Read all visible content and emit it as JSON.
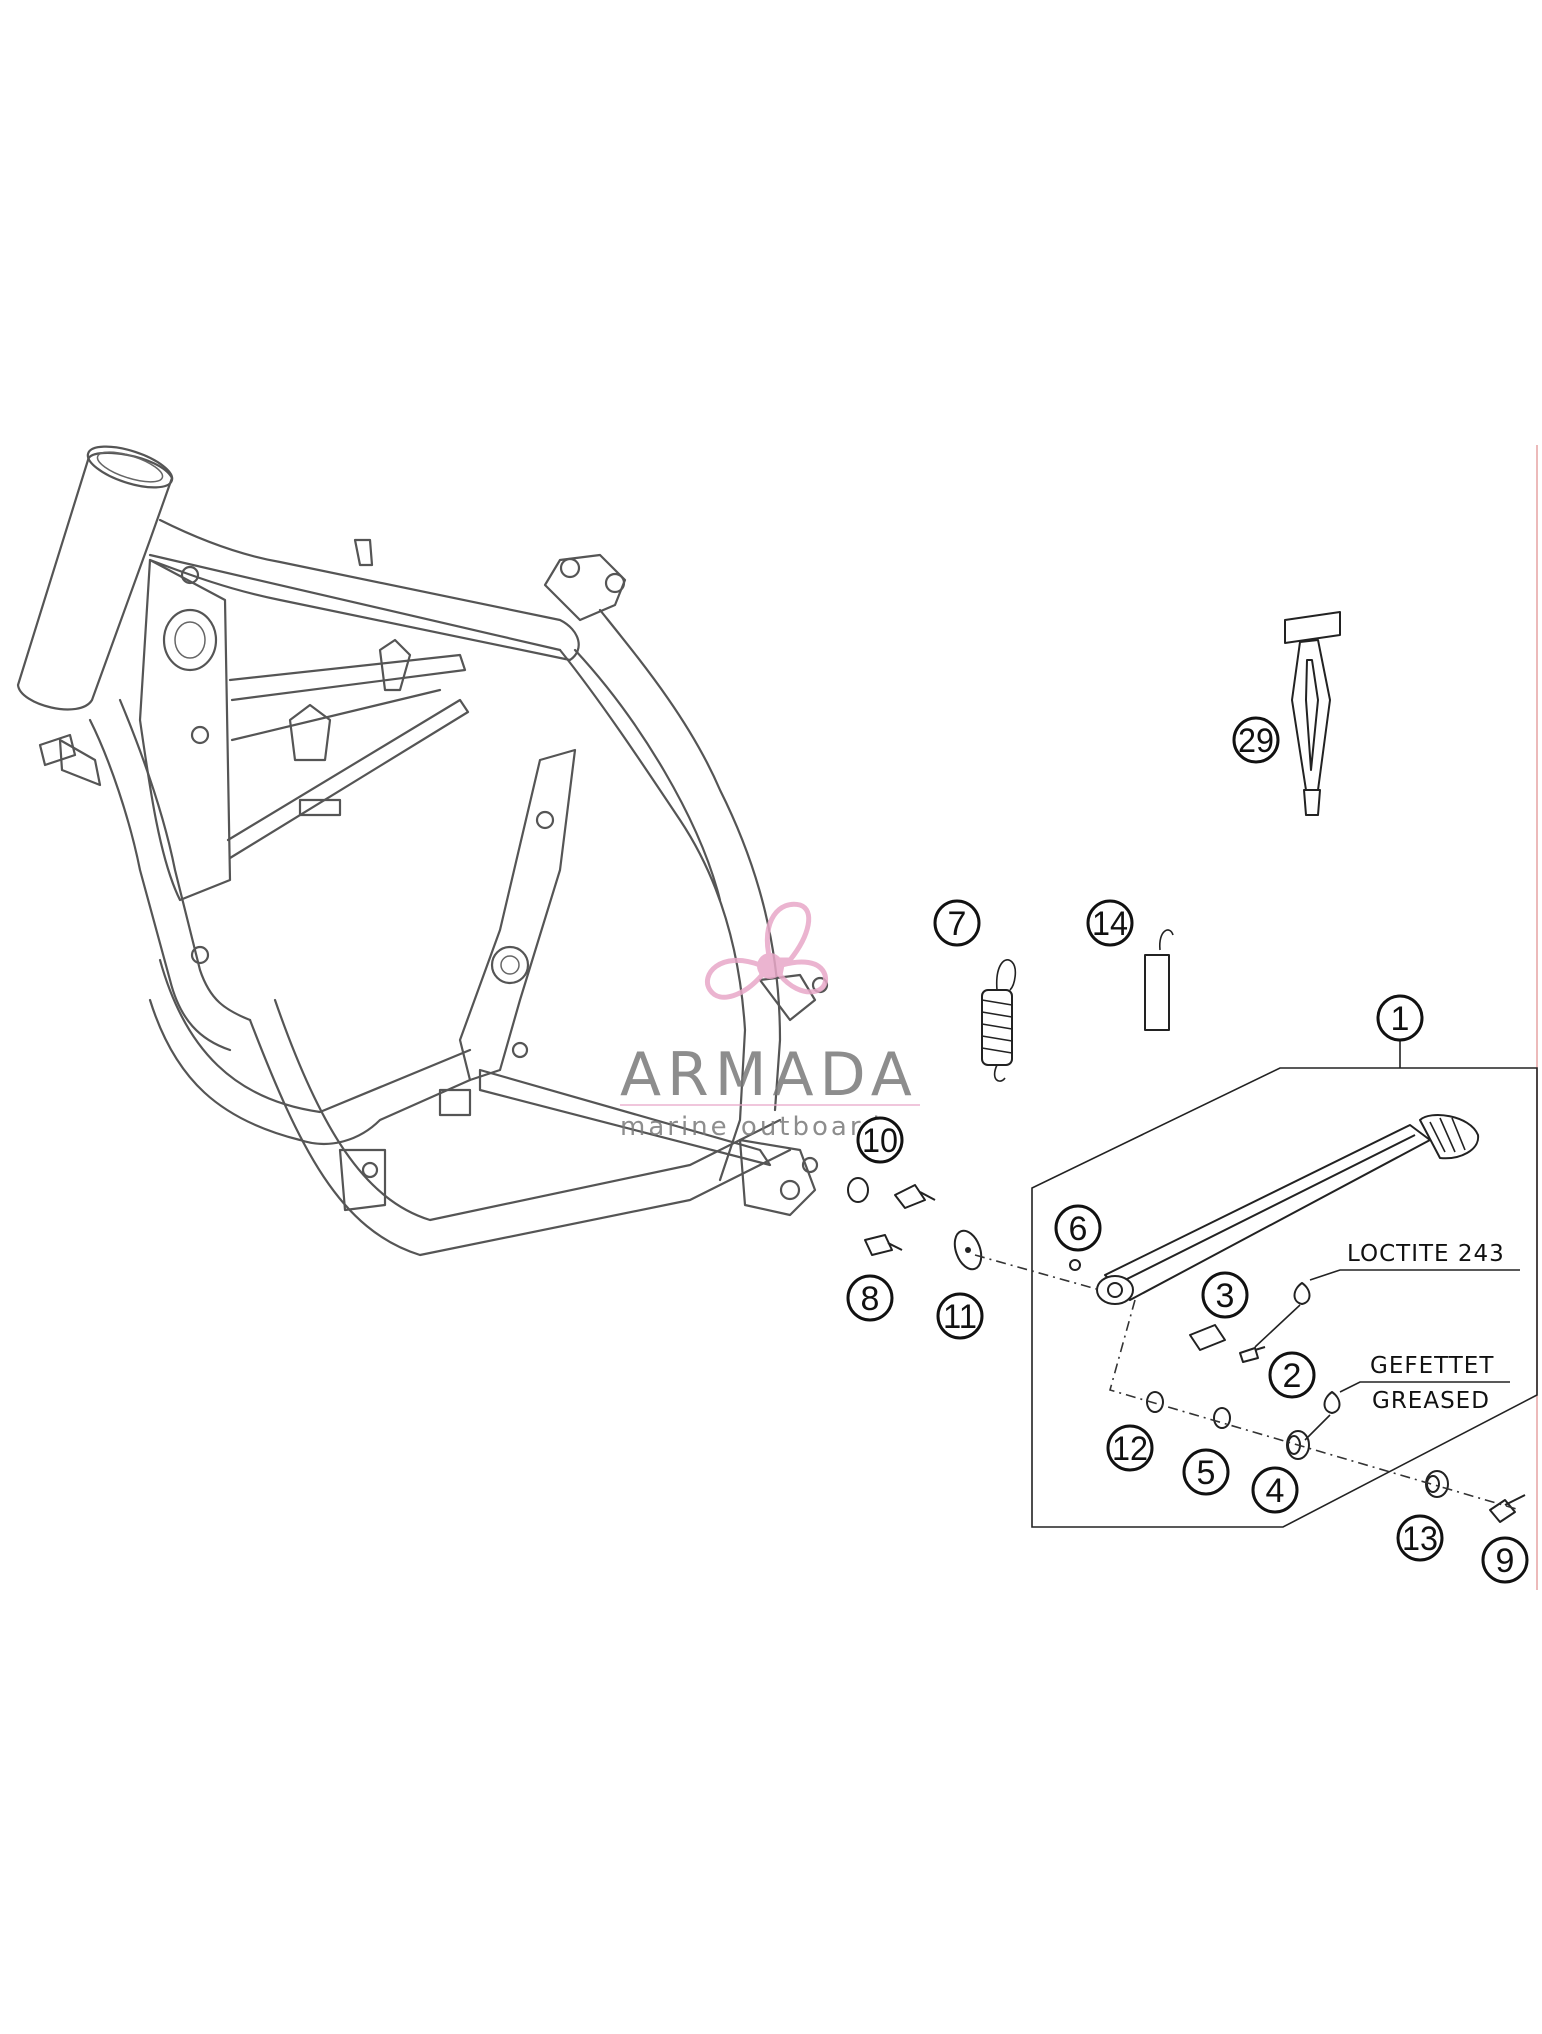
{
  "callouts": {
    "c1": "1",
    "c2": "2",
    "c3": "3",
    "c4": "4",
    "c5": "5",
    "c6": "6",
    "c7": "7",
    "c8": "8",
    "c9": "9",
    "c10": "10",
    "c11": "11",
    "c12": "12",
    "c13": "13",
    "c14": "14",
    "c29": "29"
  },
  "notes": {
    "loctite": "LOCTITE 243",
    "gefettet": "GEFETTET",
    "greased": "GREASED"
  },
  "watermark": {
    "title": "ARMADA",
    "subtitle": "marine outboards",
    "accent_color": "#e8a8c8"
  }
}
